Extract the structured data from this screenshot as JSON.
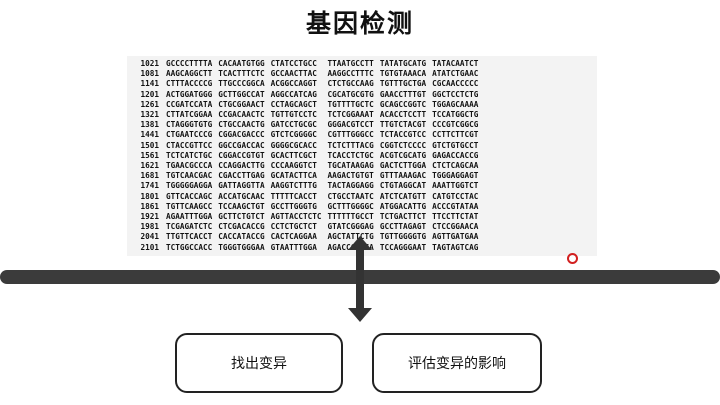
{
  "title": "基因检测",
  "boxes": {
    "find": "找出变异",
    "assess": "评估变异的影响"
  },
  "sequence": [
    {
      "num": "1021",
      "blocks": [
        "GCCCCTTTTA",
        "CACAATGTGG",
        "CTATCCTGCC",
        "TTAATGCCTT",
        "TATATGCATG",
        "TATACAATCT"
      ]
    },
    {
      "num": "1081",
      "blocks": [
        "AAGCAGGCTT",
        "TCACTTTCTC",
        "GCCAACTTAC",
        "AAGGCCTTTC",
        "TGTGTAAACA",
        "ATATCTGAAC"
      ]
    },
    {
      "num": "1141",
      "blocks": [
        "CTTTACCCCG",
        "TTGCCCGGCA",
        "ACGGCCAGGT",
        "CTCTGCCAAG",
        "TGTTTGCTGA",
        "CGCAACCCCC"
      ]
    },
    {
      "num": "1201",
      "blocks": [
        "ACTGGATGGG",
        "GCTTGGCCAT",
        "AGGCCATCAG",
        "CGCATGCGTG",
        "GAACCTTTGT",
        "GGCTCCTCTG"
      ]
    },
    {
      "num": "1261",
      "blocks": [
        "CCGATCCATA",
        "CTGCGGAACT",
        "CCTAGCAGCT",
        "TGTTTTGCTC",
        "GCAGCCGGTC",
        "TGGAGCAAAA"
      ]
    },
    {
      "num": "1321",
      "blocks": [
        "CTTATCGGAA",
        "CCGACAACTC",
        "TGTTGTCCTC",
        "TCTCGGAAAT",
        "ACACCTCCTT",
        "TCCATGGCTG"
      ]
    },
    {
      "num": "1381",
      "blocks": [
        "CTAGGGTGTG",
        "CTGCCAACTG",
        "GATCCTGCGC",
        "GGGACGTCCT",
        "TTGTCTACGT",
        "CCCGTCGGCG"
      ]
    },
    {
      "num": "1441",
      "blocks": [
        "CTGAATCCCG",
        "CGGACGACCC",
        "GTCTCGGGGC",
        "CGTTTGGGCC",
        "TCTACCGTCC",
        "CCTTCTTCGT"
      ]
    },
    {
      "num": "1501",
      "blocks": [
        "CTACCGTTCC",
        "GGCCGACCAC",
        "GGGGCGCACC",
        "TCTCTTTACG",
        "CGGTCTCCCC",
        "GTCTGTGCCT"
      ]
    },
    {
      "num": "1561",
      "blocks": [
        "TCTCATCTGC",
        "CGGACCGTGT",
        "GCACTTCGCT",
        "TCACCTCTGC",
        "ACGTCGCATG",
        "GAGACCACCG"
      ]
    },
    {
      "num": "1621",
      "blocks": [
        "TGAACGCCCA",
        "CCAGGACTTG",
        "CCCAAGGTCT",
        "TGCATAAGAG",
        "GACTCTTGGA",
        "CTCTCAGCAA"
      ]
    },
    {
      "num": "1681",
      "blocks": [
        "TGTCAACGAC",
        "CGACCTTGAG",
        "GCATACTTCA",
        "AAGACTGTGT",
        "GTTTAAAGAC",
        "TGGGAGGAGT"
      ]
    },
    {
      "num": "1741",
      "blocks": [
        "TGGGGGAGGA",
        "GATTAGGTTA",
        "AAGGTCTTTG",
        "TACTAGGAGG",
        "CTGTAGGCAT",
        "AAATTGGTCT"
      ]
    },
    {
      "num": "1801",
      "blocks": [
        "GTTCACCAGC",
        "ACCATGCAAC",
        "TTTTTCACCT",
        "CTGCCTAATC",
        "ATCTCATGTT",
        "CATGTCCTAC"
      ]
    },
    {
      "num": "1861",
      "blocks": [
        "TGTTCAAGCC",
        "TCCAAGCTGT",
        "GCCTTGGGTG",
        "GCTTTGGGGC",
        "ATGGACATTG",
        "ACCCGTATAA"
      ]
    },
    {
      "num": "1921",
      "blocks": [
        "AGAATTTGGA",
        "GCTTCTGTCT",
        "AGTTACCTCTC",
        "TTTTTTGCCT",
        "TCTGACTTCT",
        "TTCCTTCTAT"
      ]
    },
    {
      "num": "1981",
      "blocks": [
        "TCGAGATCTC",
        "CTCGACACCG",
        "CCTCTGCTCT",
        "GTATCGGGAG",
        "GCCTTAGAGT",
        "CTCCGGAACA"
      ]
    },
    {
      "num": "2041",
      "blocks": [
        "TTGTTCACCT",
        "CACCATACCG",
        "CACTCAGGAA",
        "AGCTATTCTG",
        "TGTTGGGGTG",
        "AGTTGATGAA"
      ]
    },
    {
      "num": "2101",
      "blocks": [
        "TCTGGCCACC",
        "TGGGTGGGAA",
        "GTAATTTGGA",
        "AGACCCAGCA",
        "TCCAGGGAAT",
        "TAGTAGTCAG"
      ]
    }
  ]
}
